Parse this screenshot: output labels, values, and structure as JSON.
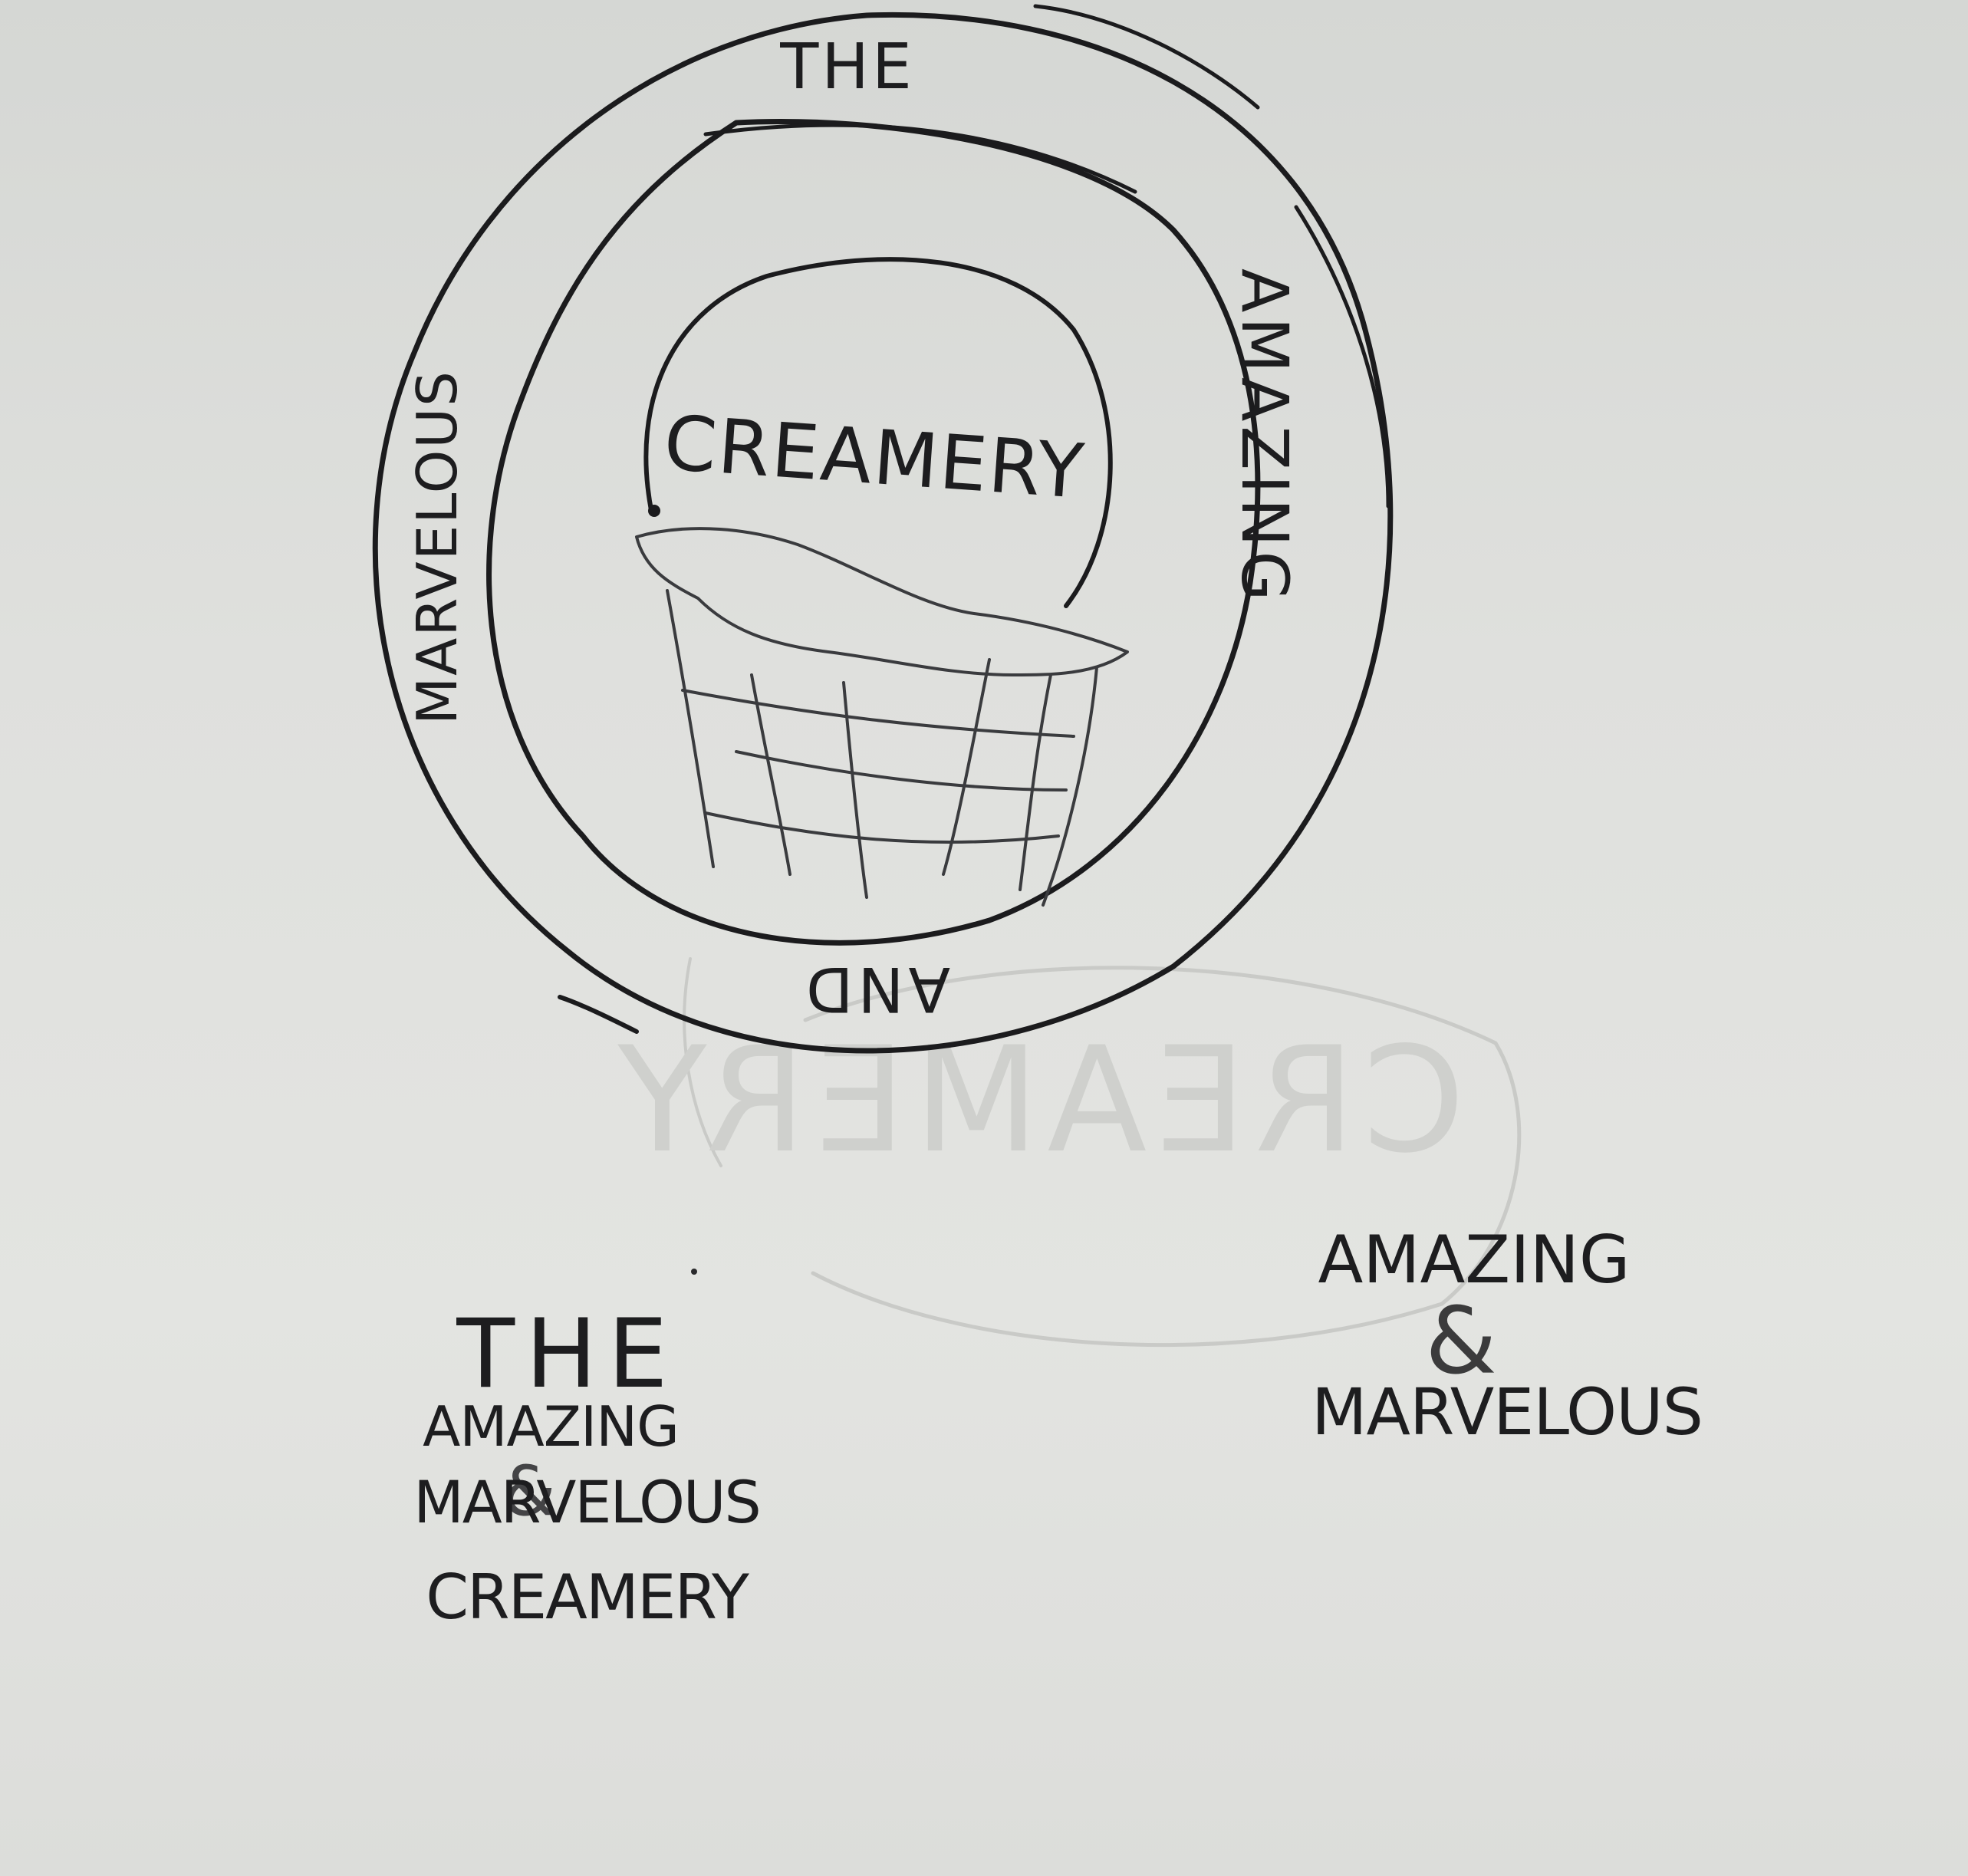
{
  "logo": {
    "ring_top": "THE",
    "ring_right": "AMAZING",
    "ring_left": "MARVELOUS",
    "ring_bottom": "AND",
    "center": "CREAMERY"
  },
  "stacked_wordmark": {
    "line1": "THE",
    "line2": "AMAZING",
    "ampersand": "&",
    "line3": "MARVELOUS",
    "line4": "CREAMERY"
  },
  "short_wordmark": {
    "line1": "AMAZING",
    "ampersand": "&",
    "line2": "MARVELOUS"
  },
  "colors": {
    "paper": "#e0e1de",
    "ink": "#1b1b1d"
  }
}
